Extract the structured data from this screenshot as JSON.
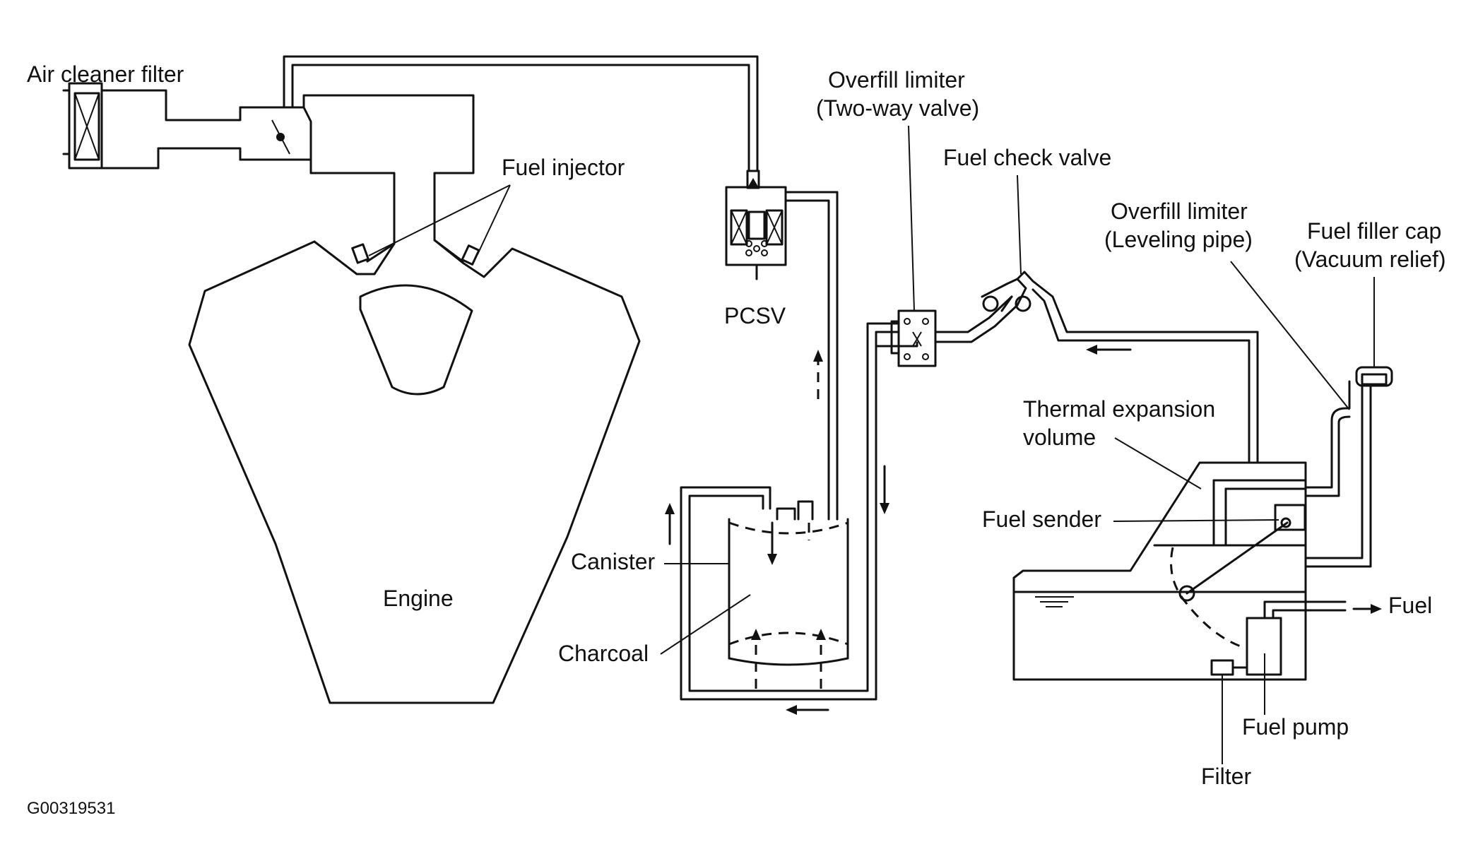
{
  "labels": {
    "air_cleaner_filter": "Air cleaner filter",
    "fuel_injector": "Fuel injector",
    "engine": "Engine",
    "pcsv": "PCSV",
    "overfill_limiter_valve_1": "Overfill limiter",
    "overfill_limiter_valve_2": "(Two-way valve)",
    "fuel_check_valve": "Fuel check valve",
    "overfill_limiter_pipe_1": "Overfill limiter",
    "overfill_limiter_pipe_2": "(Leveling pipe)",
    "fuel_filler_cap_1": "Fuel filler cap",
    "fuel_filler_cap_2": "(Vacuum relief)",
    "thermal_expansion_1": "Thermal expansion",
    "thermal_expansion_2": "volume",
    "fuel_sender": "Fuel sender",
    "canister": "Canister",
    "charcoal": "Charcoal",
    "fuel": "Fuel",
    "fuel_pump": "Fuel pump",
    "filter": "Filter",
    "figure_id": "G00319531"
  }
}
